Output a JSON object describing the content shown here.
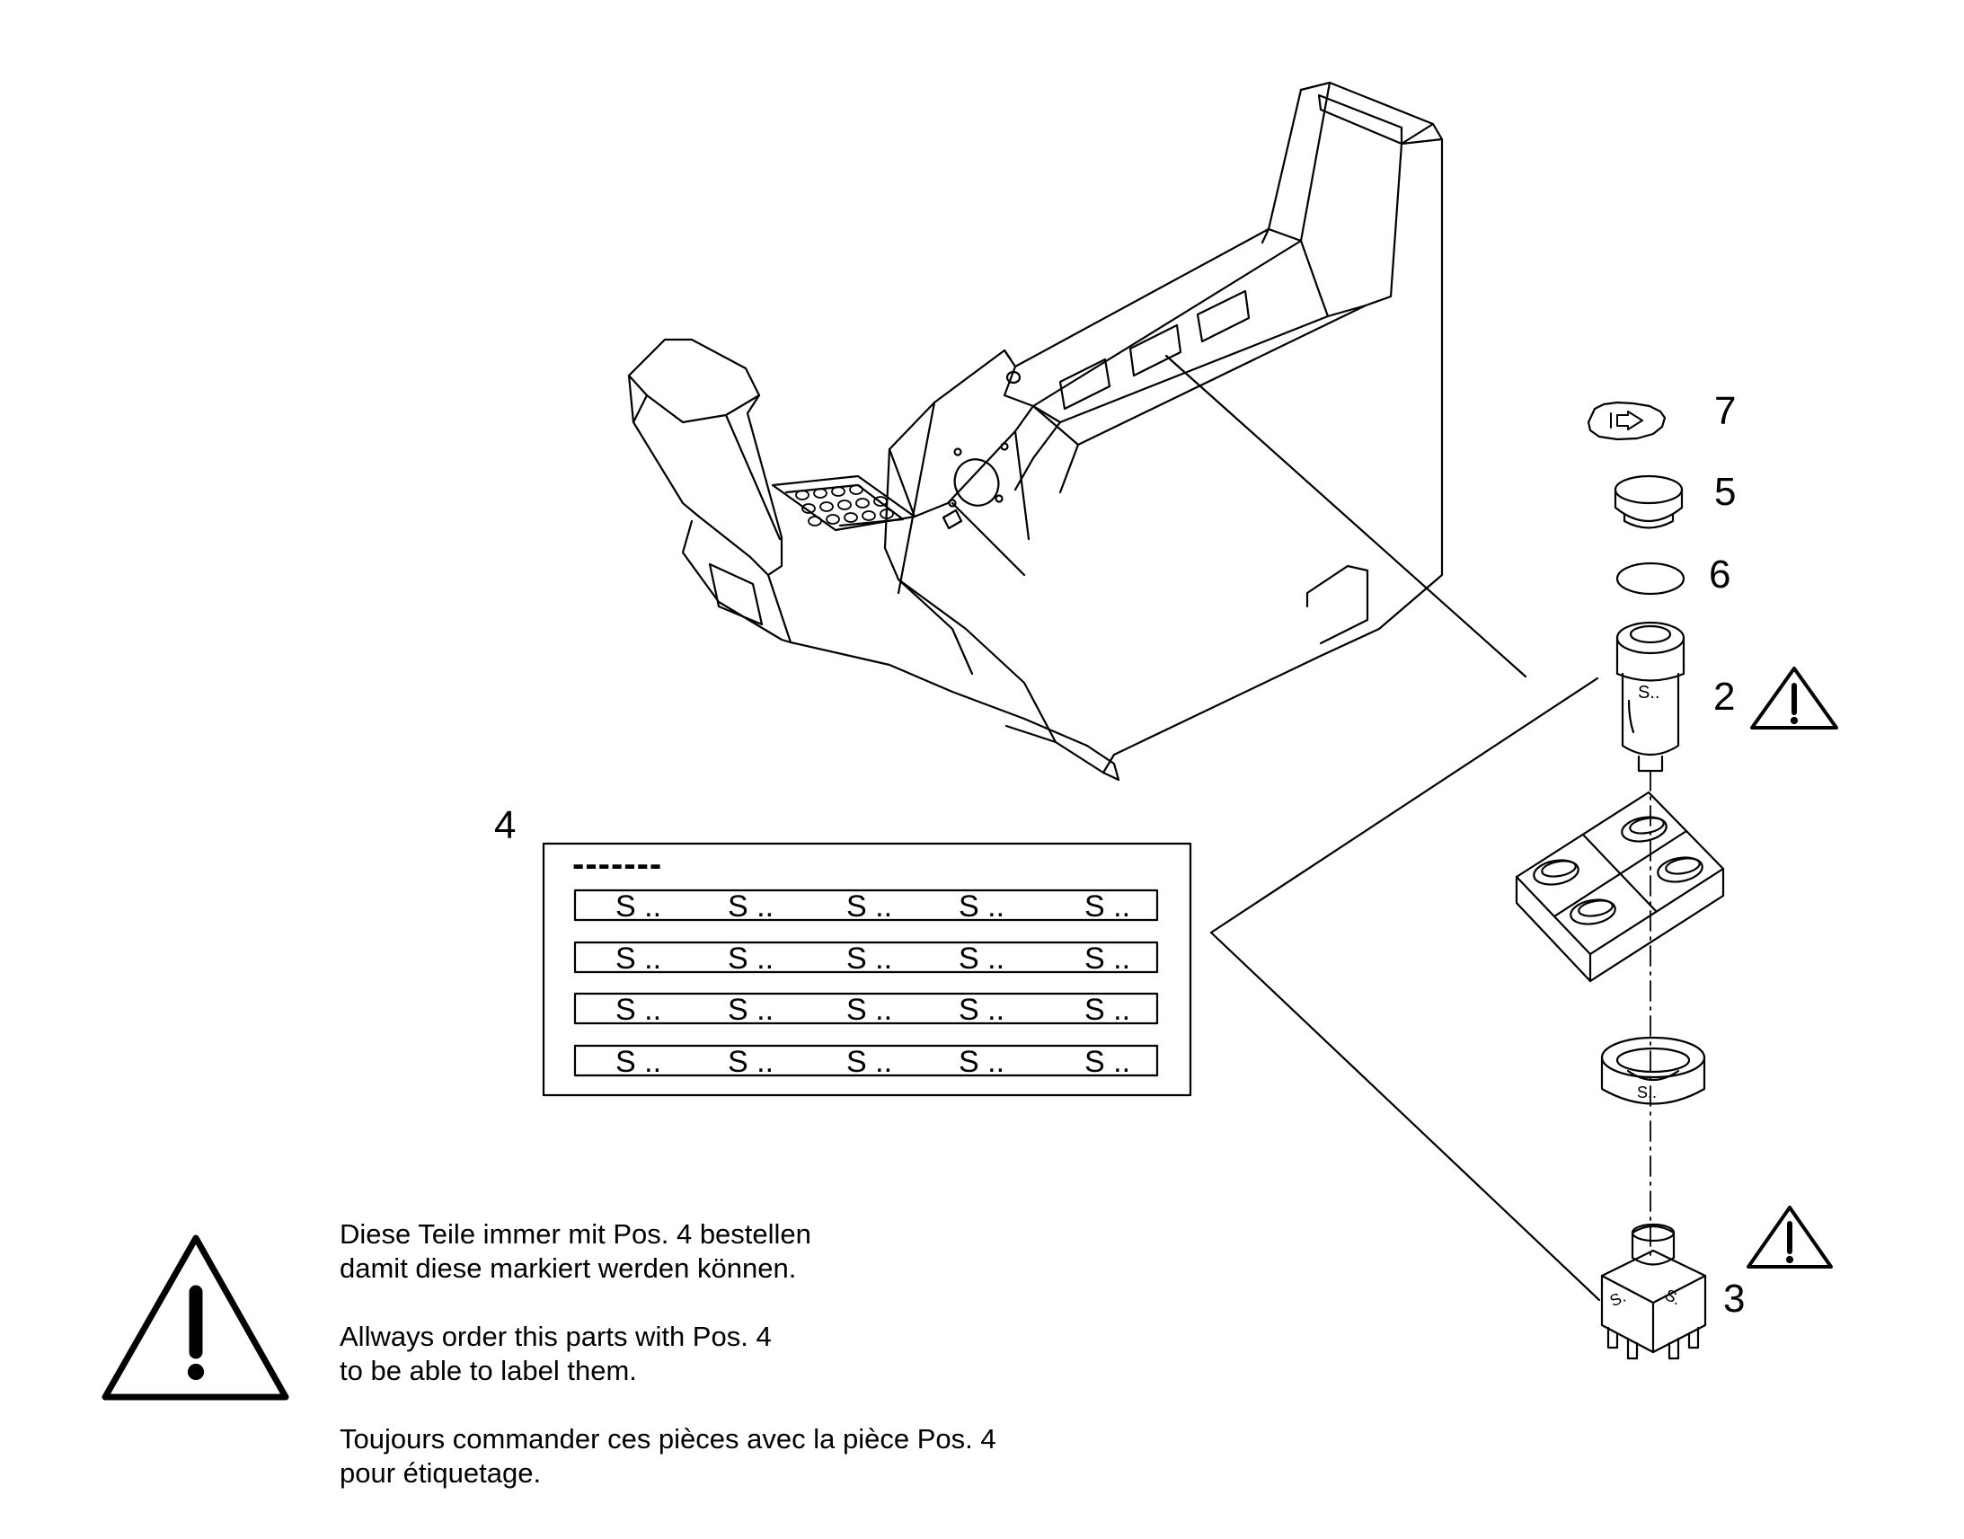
{
  "diagram": {
    "part_numbers": {
      "p7": "7",
      "p5": "5",
      "p6": "6",
      "p2": "2",
      "p3": "3",
      "p4": "4"
    },
    "switch_marks": {
      "switch_cap": "S..",
      "bezel": "S..",
      "switch_left": "S.",
      "switch_right": "S."
    },
    "label_sheet": {
      "header": "-------",
      "cell_text": "S ..",
      "rows": [
        [
          "S ..",
          "S ..",
          "S ..",
          "S ..",
          "S .."
        ],
        [
          "S ..",
          "S ..",
          "S ..",
          "S ..",
          "S .."
        ],
        [
          "S ..",
          "S ..",
          "S ..",
          "S ..",
          "S .."
        ],
        [
          "S ..",
          "S ..",
          "S ..",
          "S ..",
          "S .."
        ]
      ]
    }
  },
  "notes": {
    "de": [
      "Diese Teile immer mit Pos. 4 bestellen",
      "damit diese markiert werden können."
    ],
    "en": [
      "Allways order this parts with Pos. 4",
      "to be able to label them."
    ],
    "fr": [
      "Toujours commander ces pièces avec la pièce Pos. 4",
      "pour étiquetage."
    ]
  },
  "icons": [
    "warning-triangle-icon",
    "warning-triangle-icon",
    "warning-triangle-icon",
    "arrow-symbol-icon"
  ]
}
